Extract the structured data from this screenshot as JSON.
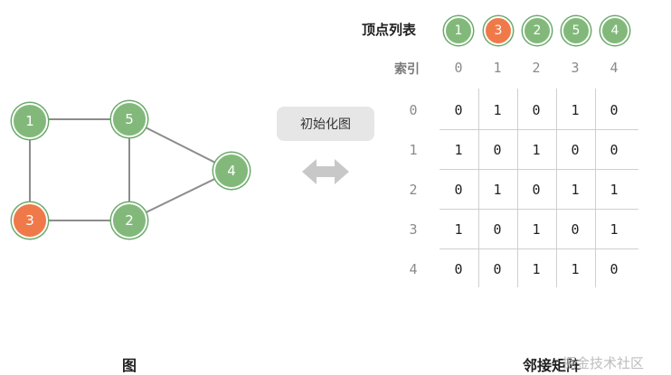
{
  "vertex_list": {
    "title": "顶点列表",
    "items": [
      {
        "label": "1",
        "color": "#82b97b"
      },
      {
        "label": "3",
        "color": "#f0794a"
      },
      {
        "label": "2",
        "color": "#82b97b"
      },
      {
        "label": "5",
        "color": "#82b97b"
      },
      {
        "label": "4",
        "color": "#82b97b"
      }
    ]
  },
  "matrix": {
    "index_label": "索引",
    "col_headers": [
      "0",
      "1",
      "2",
      "3",
      "4"
    ],
    "row_headers": [
      "0",
      "1",
      "2",
      "3",
      "4"
    ],
    "rows": [
      [
        "0",
        "1",
        "0",
        "1",
        "0"
      ],
      [
        "1",
        "0",
        "1",
        "0",
        "0"
      ],
      [
        "0",
        "1",
        "0",
        "1",
        "1"
      ],
      [
        "1",
        "0",
        "1",
        "0",
        "1"
      ],
      [
        "0",
        "0",
        "1",
        "1",
        "0"
      ]
    ],
    "caption": "邻接矩阵"
  },
  "graph": {
    "caption": "图",
    "nodes": {
      "n1": {
        "label": "1",
        "color": "#82b97b"
      },
      "n5": {
        "label": "5",
        "color": "#82b97b"
      },
      "n4": {
        "label": "4",
        "color": "#82b97b"
      },
      "n3": {
        "label": "3",
        "color": "#f0794a"
      },
      "n2": {
        "label": "2",
        "color": "#82b97b"
      }
    },
    "edges": [
      [
        "1",
        "5"
      ],
      [
        "1",
        "3"
      ],
      [
        "5",
        "2"
      ],
      [
        "5",
        "4"
      ],
      [
        "3",
        "2"
      ],
      [
        "2",
        "4"
      ]
    ],
    "edge_color": "#8c8c8c",
    "node_ring_color": "#6aaa6a"
  },
  "init_button": {
    "label": "初始化图"
  },
  "arrow_color": "#c8c8c8",
  "watermark": "掘金技术社区"
}
